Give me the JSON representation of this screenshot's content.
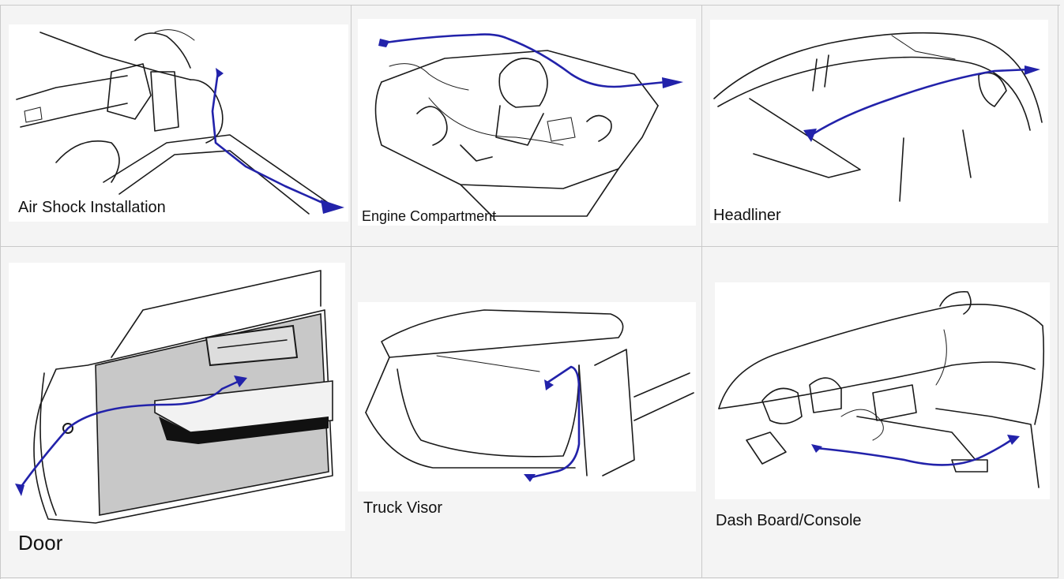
{
  "colors": {
    "wire": "#2222aa",
    "grid_border": "#c9c9c9",
    "cell_background": "#f4f4f4"
  },
  "cells": [
    {
      "caption": "Air Shock Installation",
      "icon": "air-shock-illustration"
    },
    {
      "caption": "Engine Compartment",
      "icon": "engine-compartment-illustration"
    },
    {
      "caption": "Headliner",
      "icon": "headliner-illustration"
    },
    {
      "caption": "Door",
      "icon": "door-illustration"
    },
    {
      "caption": "Truck Visor",
      "icon": "truck-visor-illustration"
    },
    {
      "caption": "Dash Board/Console",
      "icon": "dashboard-console-illustration"
    }
  ]
}
